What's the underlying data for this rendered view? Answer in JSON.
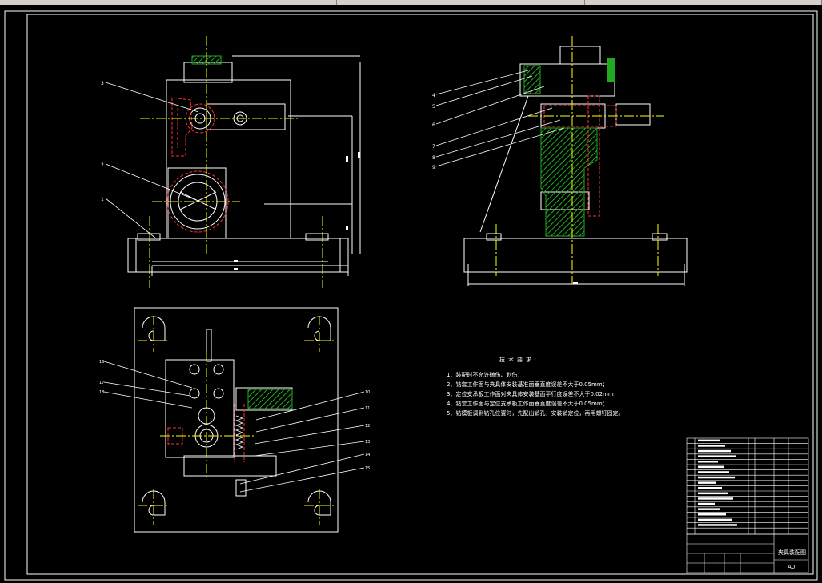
{
  "technical_requirements": {
    "title": "技术要求",
    "items": [
      "1、装配时不允许磕伤、划伤；",
      "2、钻套工作面与夹具体安装基准面垂直度误差不大于0.05mm；",
      "3、定位支承板工作面对夹具体安装基面平行度误差不大于0.02mm；",
      "4、钻套工作面与定位支承板工作面垂直度误差不大于0.05mm；",
      "5、钻模板调到钻孔位置时，先配出销孔，安装销定位，再用螺钉固定。"
    ]
  },
  "part_callouts": {
    "front_view": [
      "3",
      "2",
      "1"
    ],
    "side_view": [
      "4",
      "5",
      "6",
      "7",
      "8",
      "9"
    ],
    "top_view": [
      "16",
      "17",
      "18",
      "10",
      "11",
      "12",
      "13",
      "14",
      "15"
    ]
  },
  "title_block": {
    "drawing_name": "夹具装配图",
    "sheet_size": "A0"
  },
  "colors": {
    "background": "#000000",
    "outline": "#ffffff",
    "hidden": "#ff3030",
    "section_hatch": "#22aa22",
    "leader": "#ffffff",
    "center_line": "#ffff00"
  }
}
